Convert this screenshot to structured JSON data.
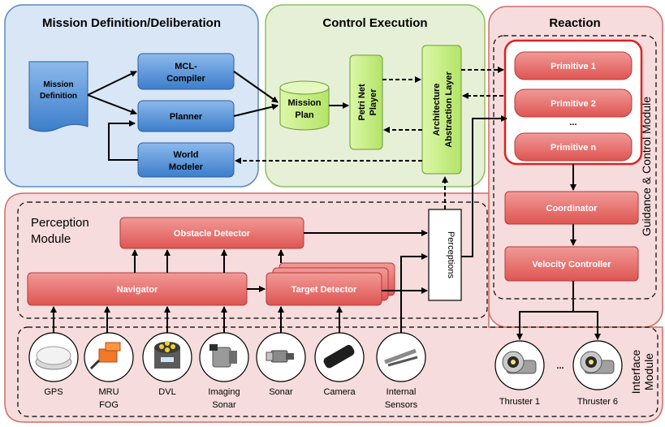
{
  "sections": {
    "mission": "Mission Definition/Deliberation",
    "control": "Control Execution",
    "reaction": "Reaction",
    "perception_line1": "Perception",
    "perception_line2": "Module",
    "guidance": "Guidance & Control Module",
    "interface_line1": "Interface",
    "interface_line2": "Module"
  },
  "mission_blocks": {
    "mission_definition_line1": "Mission",
    "mission_definition_line2": "Definition",
    "mcl_line1": "MCL-",
    "mcl_line2": "Compiler",
    "planner": "Planner",
    "world_line1": "World",
    "world_line2": "Modeler"
  },
  "control_blocks": {
    "mission_plan_line1": "Mission",
    "mission_plan_line2": "Plan",
    "petri_line1": "Petri Net",
    "petri_line2": "Player",
    "aal_line1": "Architecture",
    "aal_line2": "Abstraction Layer"
  },
  "reaction_blocks": {
    "primitive1": "Primitive 1",
    "primitive2": "Primitive 2",
    "ellipsis": "...",
    "primitive_n": "Primitive n",
    "coordinator": "Coordinator",
    "velocity": "Velocity Controller"
  },
  "perception_blocks": {
    "obstacle": "Obstacle Detector",
    "navigator": "Navigator",
    "target": "Target Detector",
    "perceptions": "Perceptions"
  },
  "sensors": [
    {
      "line1": "GPS",
      "line2": "",
      "icon": "gps-icon"
    },
    {
      "line1": "MRU",
      "line2": "FOG",
      "icon": "mru-fog-icon"
    },
    {
      "line1": "DVL",
      "line2": "",
      "icon": "dvl-icon"
    },
    {
      "line1": "Imaging",
      "line2": "Sonar",
      "icon": "imaging-sonar-icon"
    },
    {
      "line1": "Sonar",
      "line2": "",
      "icon": "sonar-icon"
    },
    {
      "line1": "Camera",
      "line2": "",
      "icon": "camera-icon"
    },
    {
      "line1": "Internal",
      "line2": "Sensors",
      "icon": "internal-sensors-icon"
    }
  ],
  "thrusters": {
    "thruster1": "Thruster 1",
    "ellipsis": "...",
    "thruster6": "Thruster 6"
  },
  "colors": {
    "blue_panel": "#d9e6f5",
    "green_panel": "#e6f0d6",
    "red_panel": "#f6dcdc",
    "blue_block": "#5a95d8",
    "green_block": "#c6ec86",
    "red_block": "#e46a68"
  }
}
